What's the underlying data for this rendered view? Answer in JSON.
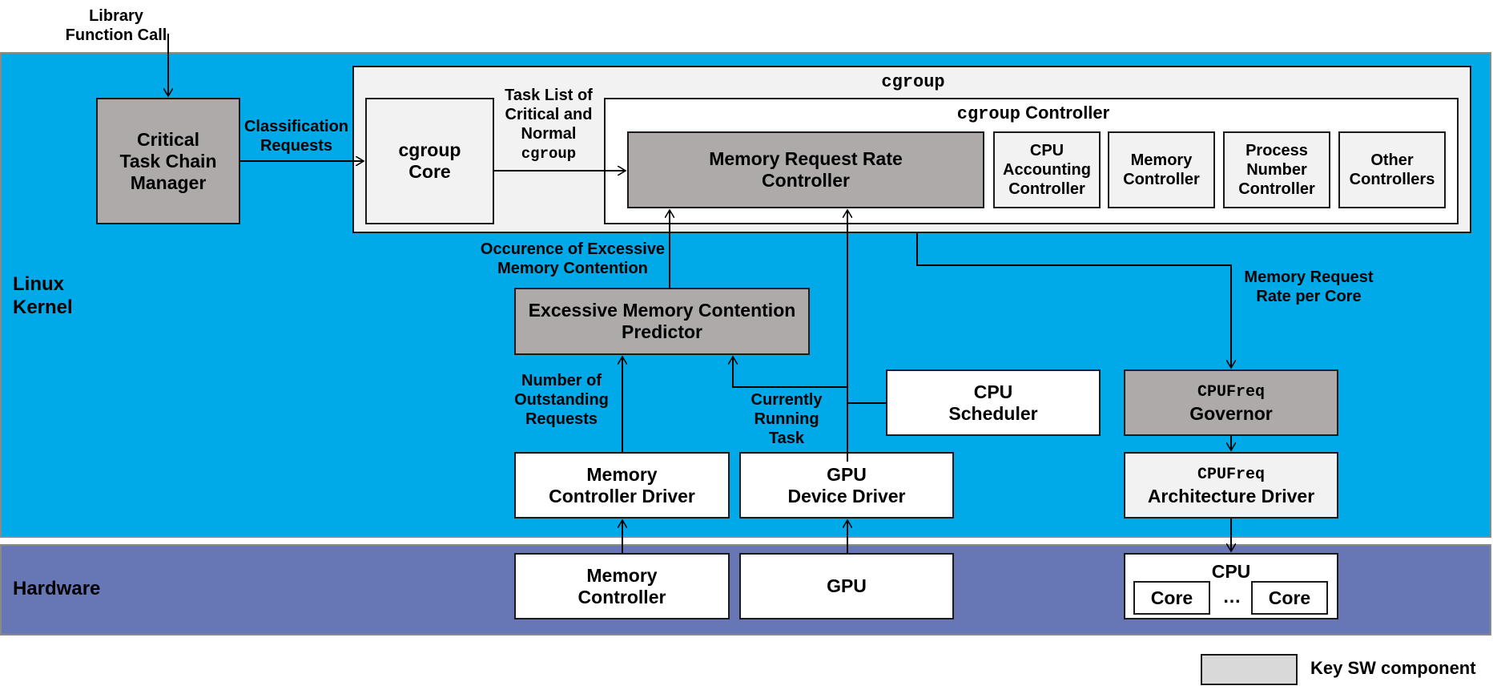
{
  "input": {
    "library_call": "Library\nFunction Call"
  },
  "regions": {
    "kernel": "Linux\nKernel",
    "hardware": "Hardware"
  },
  "critical_task_chain_manager": "Critical\nTask Chain\nManager",
  "labels": {
    "classification_requests": "Classification\nRequests",
    "task_list": "Task List of\nCritical and\nNormal",
    "task_list_mono": "cgroup",
    "occurrence": "Occurence of Excessive\nMemory Contention",
    "outstanding": "Number of\nOutstanding\nRequests",
    "currently_running": "Currently\nRunning\nTask",
    "rate_per_core": "Memory Request\nRate per Core"
  },
  "cgroup": {
    "title": "cgroup",
    "core": "cgroup\nCore",
    "controller_title_mono": "cgroup",
    "controller_title": " Controller",
    "controllers": {
      "memory_request_rate": "Memory Request Rate\nController",
      "cpu_accounting": "CPU\nAccounting\nController",
      "memory": "Memory\nController",
      "process_number": "Process\nNumber\nController",
      "other": "Other\nControllers"
    }
  },
  "predictor": "Excessive Memory Contention\nPredictor",
  "cpu_scheduler": "CPU\nScheduler",
  "cpufreq_governor": {
    "mono": "CPUFreq",
    "text": "Governor"
  },
  "cpufreq_arch": {
    "mono": "CPUFreq",
    "text": "Architecture Driver"
  },
  "drivers": {
    "memory_controller_driver": "Memory\nController Driver",
    "gpu_device_driver": "GPU\nDevice Driver"
  },
  "hardware": {
    "memory_controller": "Memory\nController",
    "gpu": "GPU",
    "cpu": "CPU",
    "core1": "Core",
    "ellipsis": "…",
    "core2": "Core"
  },
  "legend": {
    "label": "Key SW component",
    "color": "#d9d9d9"
  },
  "colors": {
    "kernel": "#00a9e8",
    "hardware": "#6776b5",
    "key_component": "#aeaaaa"
  }
}
